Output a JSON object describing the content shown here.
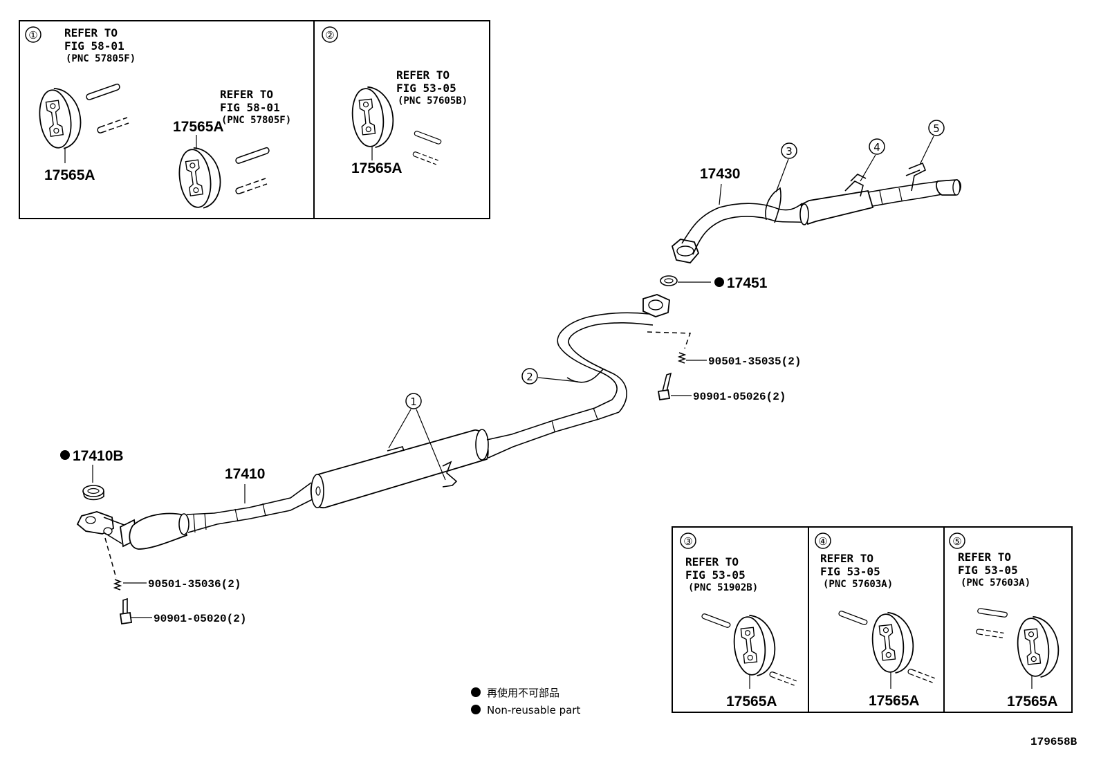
{
  "figure_id": "179658B",
  "legend": {
    "symbol": "●",
    "line_ja": "再使用不可部品",
    "line_en": "Non-reusable part"
  },
  "insets": [
    {
      "num": "①",
      "refs": [
        {
          "l1": "REFER TO",
          "l2": "FIG 58-01",
          "l3": "(PNC 57805F)"
        },
        {
          "l1": "REFER TO",
          "l2": "FIG 58-01",
          "l3": "(PNC 57805F)"
        }
      ],
      "parts": [
        "17565A",
        "17565A"
      ]
    },
    {
      "num": "②",
      "refs": [
        {
          "l1": "REFER TO",
          "l2": "FIG 53-05",
          "l3": "(PNC 57605B)"
        }
      ],
      "parts": [
        "17565A"
      ]
    },
    {
      "num": "③",
      "refs": [
        {
          "l1": "REFER TO",
          "l2": "FIG 53-05",
          "l3": "(PNC 51902B)"
        }
      ],
      "parts": [
        "17565A"
      ]
    },
    {
      "num": "④",
      "refs": [
        {
          "l1": "REFER TO",
          "l2": "FIG 53-05",
          "l3": "(PNC 57603A)"
        }
      ],
      "parts": [
        "17565A"
      ]
    },
    {
      "num": "⑤",
      "refs": [
        {
          "l1": "REFER TO",
          "l2": "FIG 53-05",
          "l3": "(PNC 57603A)"
        }
      ],
      "parts": [
        "17565A"
      ]
    }
  ],
  "callouts": [
    "1",
    "2",
    "3",
    "4",
    "5"
  ],
  "parts": {
    "p17430": "17430",
    "p17451": "17451",
    "p90501_35035": "90501-35035(2)",
    "p90901_05026": "90901-05026(2)",
    "p17410B": "17410B",
    "p17410": "17410",
    "p90501_35036": "90501-35036(2)",
    "p90901_05020": "90901-05020(2)"
  },
  "non_reusable": [
    "17451",
    "17410B"
  ]
}
